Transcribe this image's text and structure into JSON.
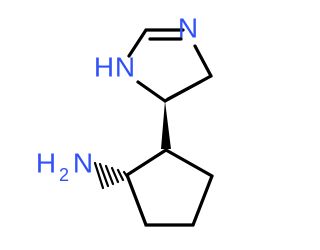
{
  "labels": {
    "imine_n": "N",
    "nh_h": "H",
    "nh_n": "N",
    "amine_h": "H",
    "amine_h_count": "2",
    "amine_n": "N"
  },
  "colors": {
    "nitrogen": "#3050F8",
    "bond": "#000000",
    "background": "#FFFFFF"
  }
}
